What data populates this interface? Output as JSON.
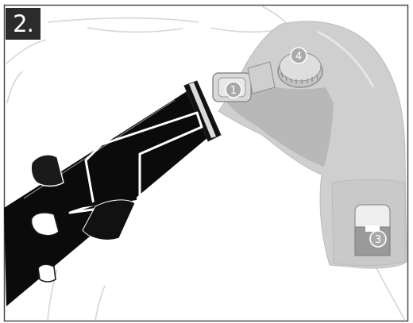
{
  "step": {
    "label": "2."
  },
  "callouts": [
    {
      "id": "callout-1",
      "label": "1"
    },
    {
      "id": "callout-3",
      "label": "3"
    },
    {
      "id": "callout-4",
      "label": "4"
    }
  ],
  "colors": {
    "brace": "#cfcfcf",
    "brace_dark": "#b4b4b4",
    "strap": "#0b0b0b",
    "outline": "#d6d6d6",
    "badge": "#2b2b2b"
  }
}
